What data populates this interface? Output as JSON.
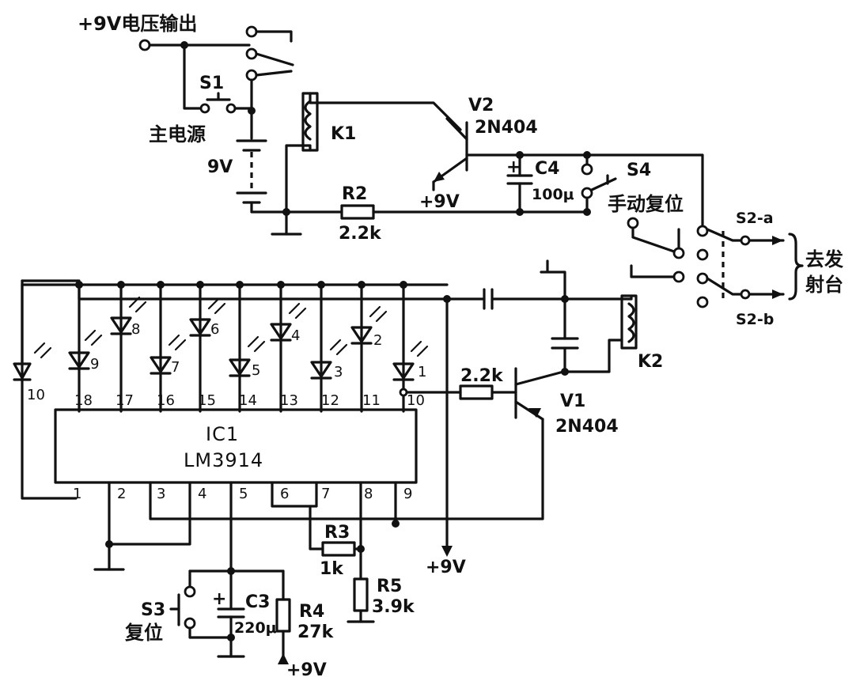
{
  "labels": {
    "voltage_output": "+9V电压输出",
    "s1": "S1",
    "main_power": "主电源",
    "battery_9v": "9V",
    "k1": "K1",
    "v2": "V2",
    "v2_model": "2N404",
    "c4": "C4",
    "c4_value": "100μ",
    "s4": "S4",
    "manual_reset": "手动复位",
    "r2": "R2",
    "r2_value": "2.2k",
    "v2_supply": "+9V",
    "s2a": "S2-a",
    "s2b": "S2-b",
    "to_transmitter_1": "去发",
    "to_transmitter_2": "射台",
    "led_1": "1",
    "led_2": "2",
    "led_3": "3",
    "led_4": "4",
    "led_5": "5",
    "led_6": "6",
    "led_7": "7",
    "led_8": "8",
    "led_9": "9",
    "led_10": "10",
    "ic_name": "IC1",
    "ic_model": "LM3914",
    "pin_1": "1",
    "pin_2": "2",
    "pin_3": "3",
    "pin_4": "4",
    "pin_5": "5",
    "pin_6": "6",
    "pin_7": "7",
    "pin_8": "8",
    "pin_9": "9",
    "pin_10": "10",
    "pin_11": "11",
    "pin_12": "12",
    "pin_13": "13",
    "pin_14": "14",
    "pin_15": "15",
    "pin_16": "16",
    "pin_17": "17",
    "pin_18": "18",
    "rb_value": "2.2k",
    "v1": "V1",
    "v1_model": "2N404",
    "k2": "K2",
    "r3": "R3",
    "r3_value": "1k",
    "r5": "R5",
    "r5_value": "3.9k",
    "pin9_supply": "+9V",
    "s3": "S3",
    "reset": "复位",
    "c3": "C3",
    "c3_value": "220μ",
    "r4": "R4",
    "r4_value": "27k",
    "r4_supply": "+9V"
  }
}
